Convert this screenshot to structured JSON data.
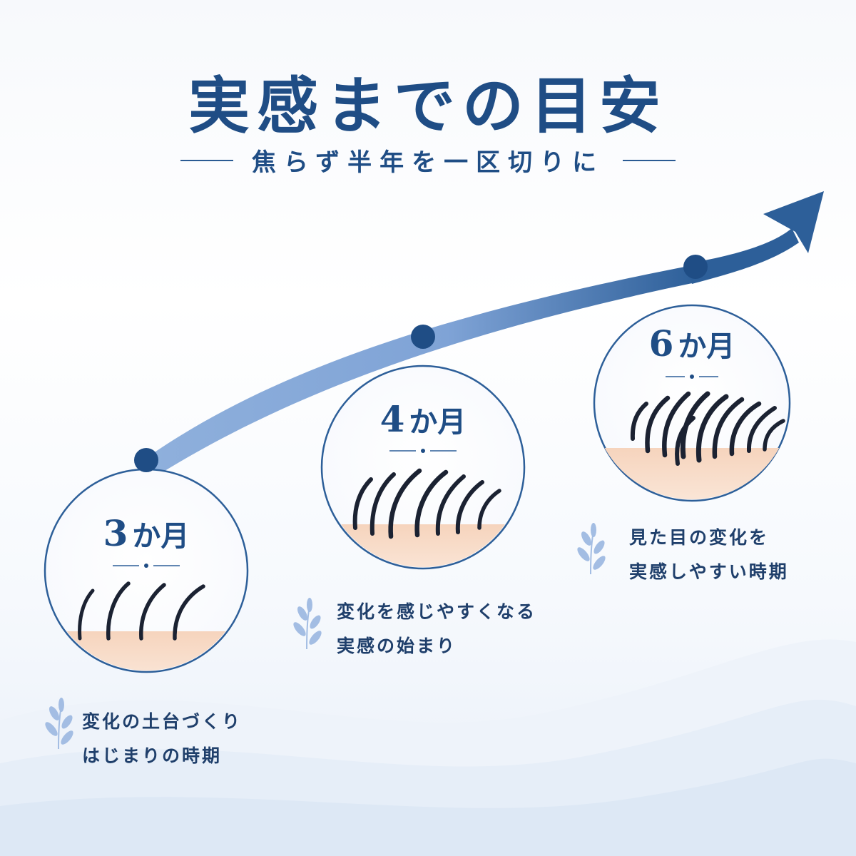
{
  "colors": {
    "navy": "#1f4d85",
    "arrow_light": "#8fb0dc",
    "arrow_dark": "#2d5f99",
    "skin": "#f8dcc8",
    "hair": "#1b2232",
    "leaf": "#a3bde3"
  },
  "header": {
    "title": "実感までの目安",
    "subtitle": "焦らず半年を一区切りに"
  },
  "milestones": [
    {
      "number": "3",
      "unit": "か月",
      "line1": "変化の土台づくり",
      "line2": "はじまりの時期",
      "hair_density": "sparse"
    },
    {
      "number": "4",
      "unit": "か月",
      "line1": "変化を感じやすくなる",
      "line2": "実感の始まり",
      "hair_density": "medium"
    },
    {
      "number": "6",
      "unit": "か月",
      "line1": "見た目の変化を",
      "line2": "実感しやすい時期",
      "hair_density": "dense"
    }
  ],
  "icons": [
    "arrow-icon",
    "leaf-icon",
    "hair-icon",
    "dot-icon"
  ]
}
